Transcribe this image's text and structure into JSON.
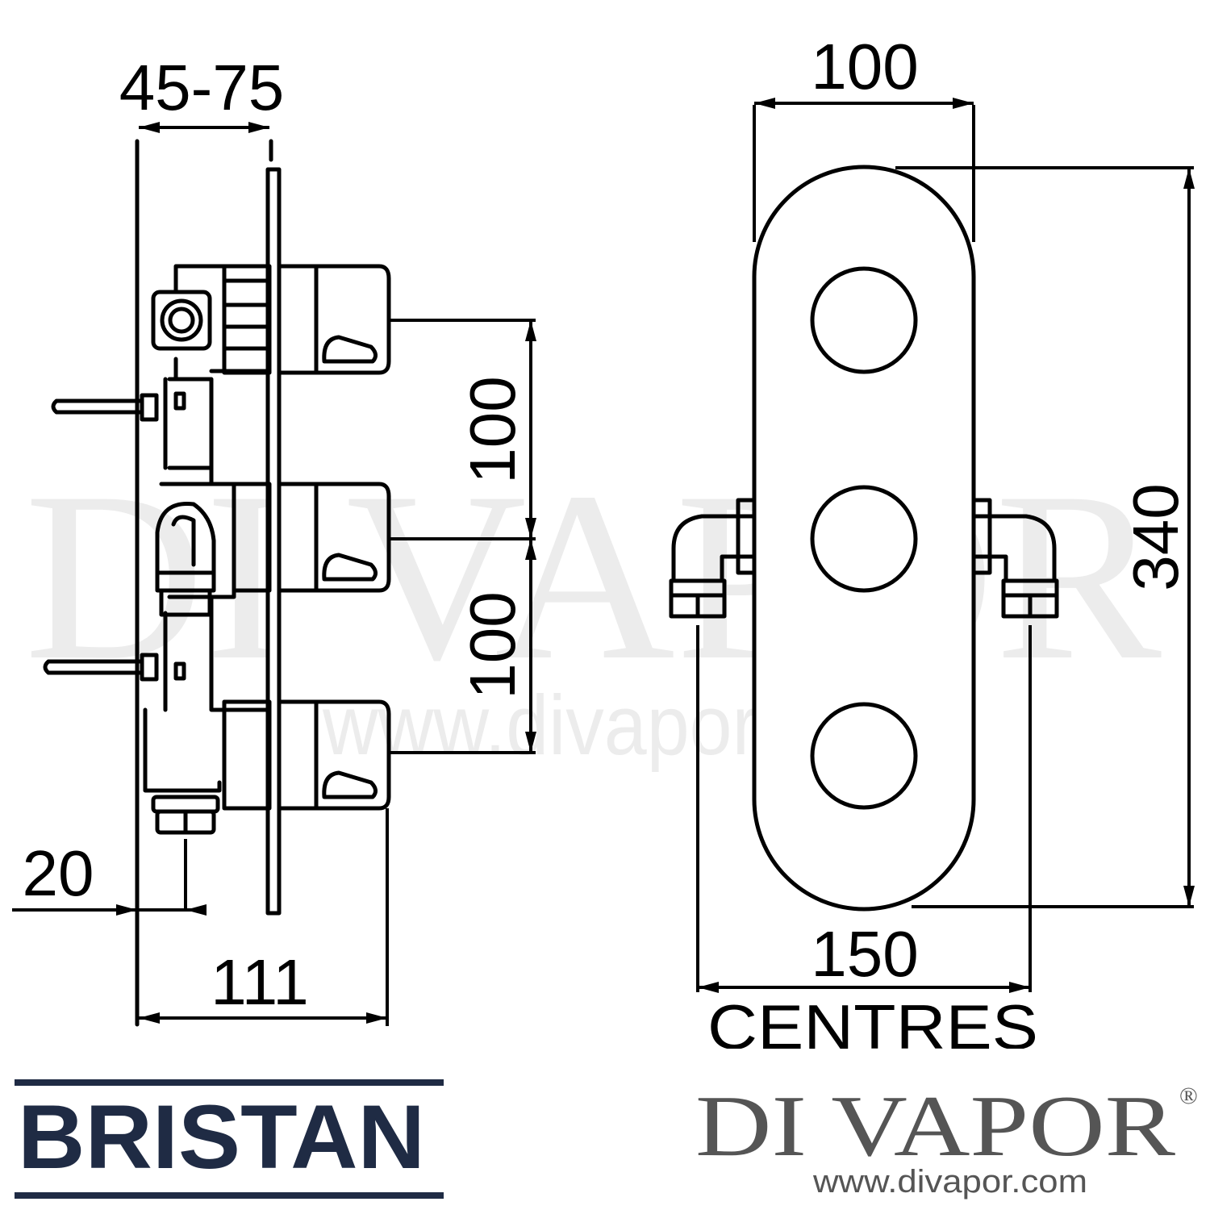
{
  "dimensions": {
    "depth_range": "45-75",
    "spacing_upper": "100",
    "spacing_lower": "100",
    "outlet_offset": "20",
    "overall_depth": "111",
    "plate_width": "100",
    "plate_height": "340",
    "inlet_centres": "150",
    "centres_label": "CENTRES"
  },
  "watermark": {
    "brand": "DI VAPOR",
    "url": "www.divapor.com"
  },
  "logos": {
    "bristan": "BRISTAN",
    "divapor": "DI VAPOR",
    "registered_mark": "®",
    "divapor_url": "www.divapor.com"
  },
  "colors": {
    "line": "#000000",
    "bristan_navy": "#1f2b44",
    "divapor_gray": "#555555",
    "watermark": "#ececec"
  }
}
